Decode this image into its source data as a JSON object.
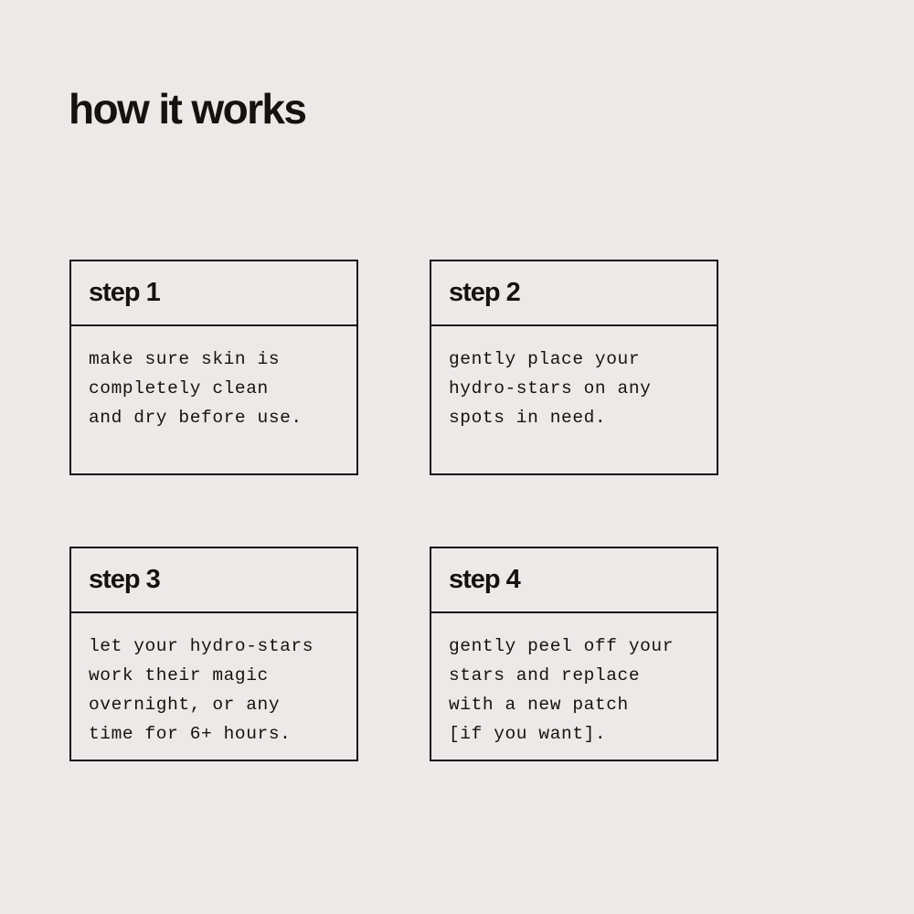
{
  "page": {
    "title": "how it works",
    "background_color": "#ede9e9",
    "text_color": "#15120f",
    "border_color": "#111111"
  },
  "steps": [
    {
      "header": "step 1",
      "lines": [
        "make sure skin is",
        "completely clean",
        "and dry before use."
      ],
      "text": "make sure skin is completely clean and dry before use."
    },
    {
      "header": "step 2",
      "lines": [
        "gently place your",
        "hydro-stars on any",
        "spots in need."
      ],
      "text": "gently place your hydro-stars on any spots in need."
    },
    {
      "header": "step 3",
      "lines": [
        "let your hydro-stars",
        "work their magic",
        "overnight, or any",
        "time for 6+ hours."
      ],
      "text": "let your hydro-stars work their magic overnight, or any time for 6+ hours."
    },
    {
      "header": "step 4",
      "lines": [
        "gently peel off your",
        "stars and replace",
        "with a new patch",
        "[if you want]."
      ],
      "text": "gently peel off your stars and replace with a new patch [if you want]."
    }
  ]
}
